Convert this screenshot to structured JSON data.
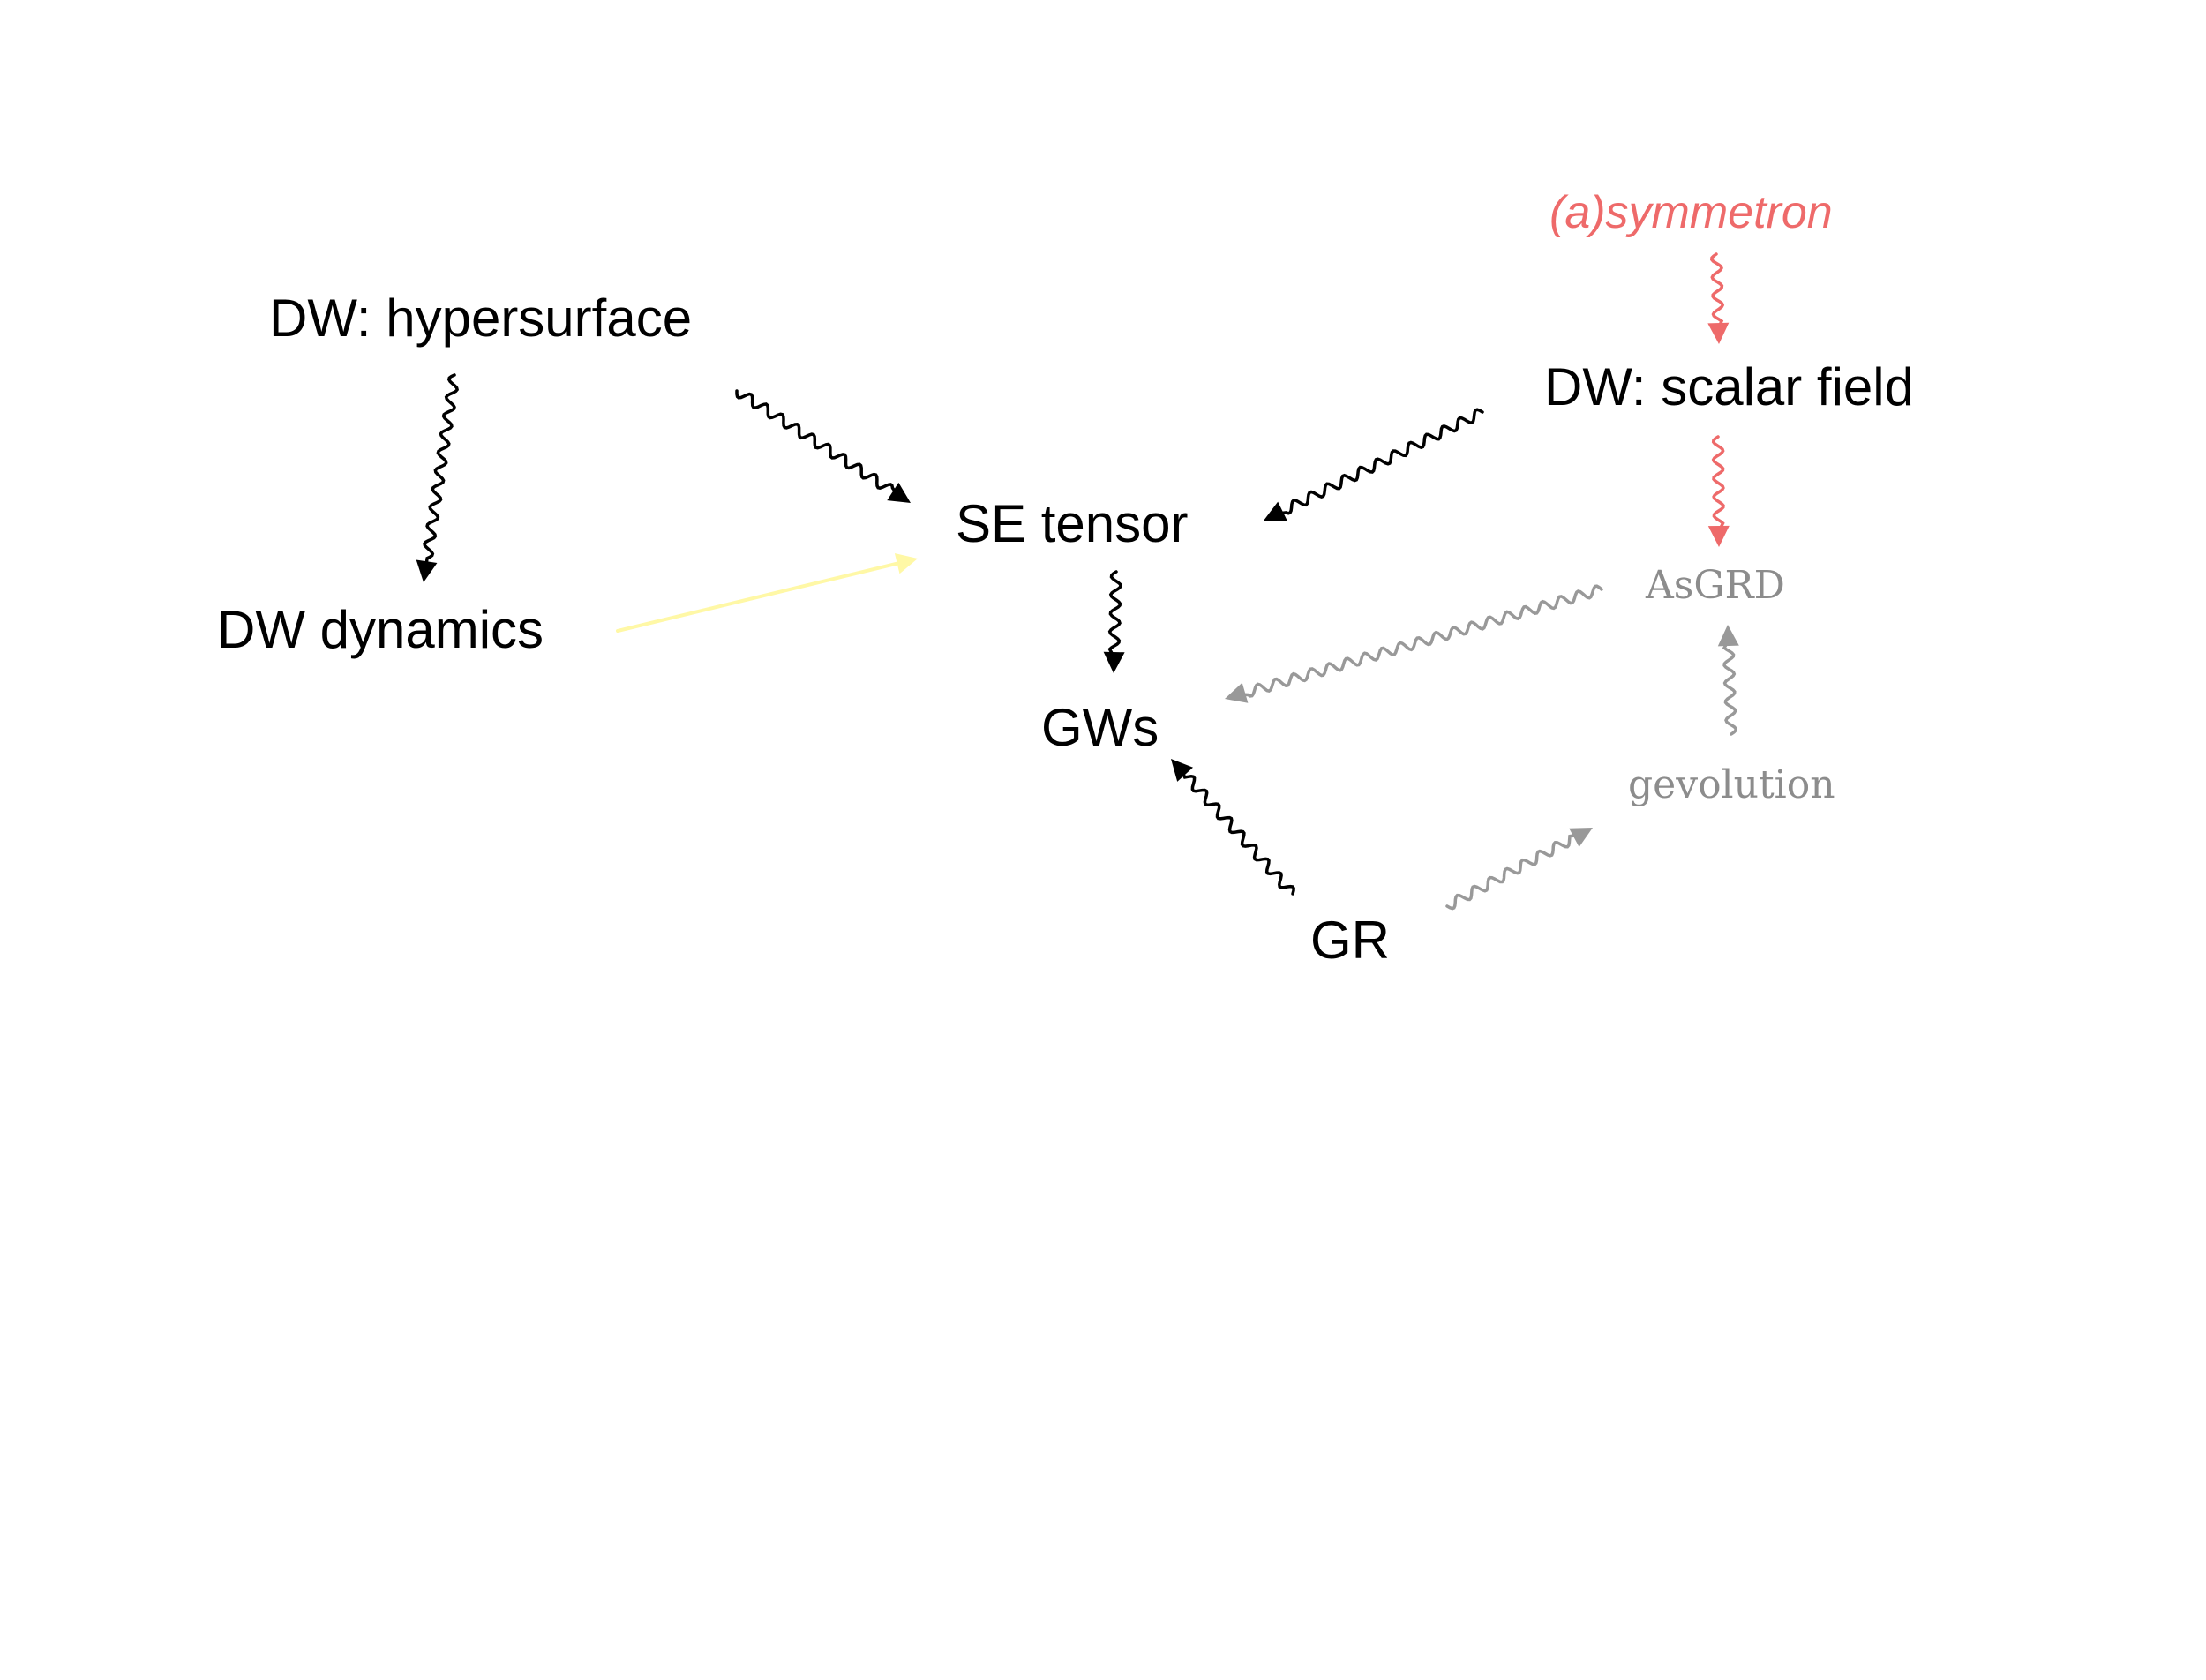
{
  "nodes": {
    "dw_hypersurface": {
      "label": "DW: hypersurface"
    },
    "dw_dynamics": {
      "label": "DW dynamics"
    },
    "se_tensor": {
      "label": "SE tensor"
    },
    "gws": {
      "label": "GWs"
    },
    "gr": {
      "label": "GR"
    },
    "dw_scalar_field": {
      "label": "DW: scalar field"
    },
    "asymmetron": {
      "label": "(a)symmetron"
    },
    "asgrd": {
      "label": "AsGRD"
    },
    "gevolution": {
      "label": "gevolution"
    }
  },
  "edges": [
    {
      "from": "dw_hypersurface",
      "to": "dw_dynamics",
      "style": "wavy",
      "color": "#000000"
    },
    {
      "from": "dw_hypersurface",
      "to": "se_tensor",
      "style": "wavy",
      "color": "#000000"
    },
    {
      "from": "dw_dynamics",
      "to": "se_tensor",
      "style": "straight",
      "color": "#fff8a6"
    },
    {
      "from": "dw_scalar_field",
      "to": "se_tensor",
      "style": "wavy",
      "color": "#000000"
    },
    {
      "from": "se_tensor",
      "to": "gws",
      "style": "wavy",
      "color": "#000000"
    },
    {
      "from": "gr",
      "to": "gws",
      "style": "wavy",
      "color": "#000000"
    },
    {
      "from": "asymmetron",
      "to": "dw_scalar_field",
      "style": "wavy",
      "color": "#ee6a6a"
    },
    {
      "from": "dw_scalar_field",
      "to": "asgrd",
      "style": "wavy",
      "color": "#ee6a6a"
    },
    {
      "from": "asgrd",
      "to": "gws",
      "style": "wavy",
      "color": "#999999"
    },
    {
      "from": "gevolution",
      "to": "asgrd",
      "style": "wavy",
      "color": "#999999"
    },
    {
      "from": "gr",
      "to": "gevolution",
      "style": "wavy",
      "color": "#999999"
    }
  ],
  "colors": {
    "text": "#000000",
    "accent": "#ee6a6a",
    "muted": "#8c8c8c"
  }
}
